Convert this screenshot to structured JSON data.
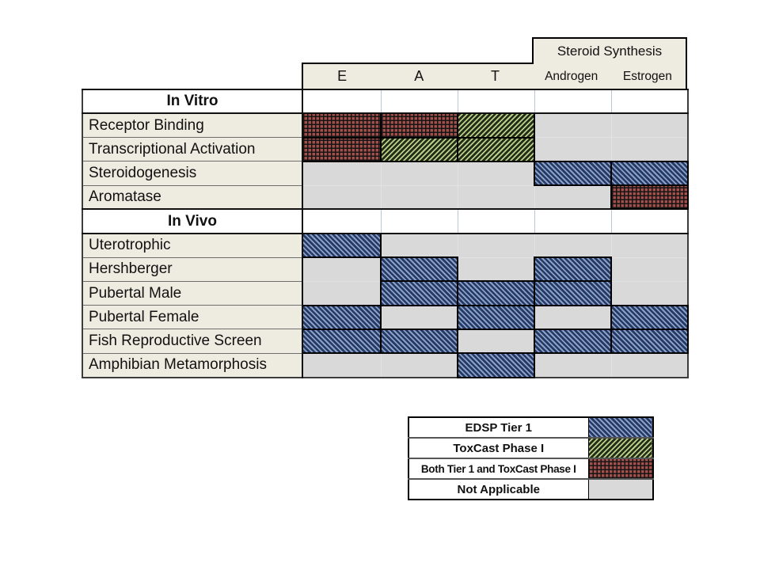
{
  "colors": {
    "header_bg": "#EEEBE0",
    "not_applicable_gray": "#D9D9D9",
    "tier1_dark_blue": "#253A63",
    "tier1_light_blue": "#8BA0C9",
    "toxcast_dark": "#252B19",
    "toxcast_light_green": "#B9D189",
    "both_red": "#A3504C",
    "grid_line_black": "#000000"
  },
  "chart_data": {
    "type": "heatmap",
    "title": "",
    "column_group": {
      "label": "Steroid Synthesis",
      "columns": [
        "Androgen",
        "Estrogen"
      ]
    },
    "columns": [
      "E",
      "A",
      "T",
      "Androgen",
      "Estrogen"
    ],
    "legend_position": "bottom-right",
    "legend": [
      {
        "label": "EDSP Tier 1",
        "code": "tier1"
      },
      {
        "label": "ToxCast Phase I",
        "code": "toxcast"
      },
      {
        "label": "Both Tier 1 and ToxCast Phase I",
        "code": "both"
      },
      {
        "label": "Not Applicable",
        "code": "na"
      }
    ],
    "sections": [
      {
        "label": "In Vitro",
        "rows": [
          {
            "label": "Receptor Binding",
            "cells": [
              "both",
              "both",
              "toxcast",
              "na",
              "na"
            ]
          },
          {
            "label": "Transcriptional Activation",
            "cells": [
              "both",
              "toxcast",
              "toxcast",
              "na",
              "na"
            ]
          },
          {
            "label": "Steroidogenesis",
            "cells": [
              "na",
              "na",
              "na",
              "tier1",
              "tier1"
            ]
          },
          {
            "label": "Aromatase",
            "cells": [
              "na",
              "na",
              "na",
              "na",
              "both"
            ]
          }
        ]
      },
      {
        "label": "In Vivo",
        "rows": [
          {
            "label": "Uterotrophic",
            "cells": [
              "tier1",
              "na",
              "na",
              "na",
              "na"
            ]
          },
          {
            "label": "Hershberger",
            "cells": [
              "na",
              "tier1",
              "na",
              "tier1",
              "na"
            ]
          },
          {
            "label": "Pubertal Male",
            "cells": [
              "na",
              "tier1",
              "tier1",
              "tier1",
              "na"
            ]
          },
          {
            "label": "Pubertal Female",
            "cells": [
              "tier1",
              "na",
              "tier1",
              "na",
              "tier1"
            ]
          },
          {
            "label": "Fish Reproductive Screen",
            "cells": [
              "tier1",
              "tier1",
              "na",
              "tier1",
              "tier1"
            ]
          },
          {
            "label": "Amphibian Metamorphosis",
            "cells": [
              "na",
              "na",
              "tier1",
              "na",
              "na"
            ]
          }
        ]
      }
    ]
  }
}
